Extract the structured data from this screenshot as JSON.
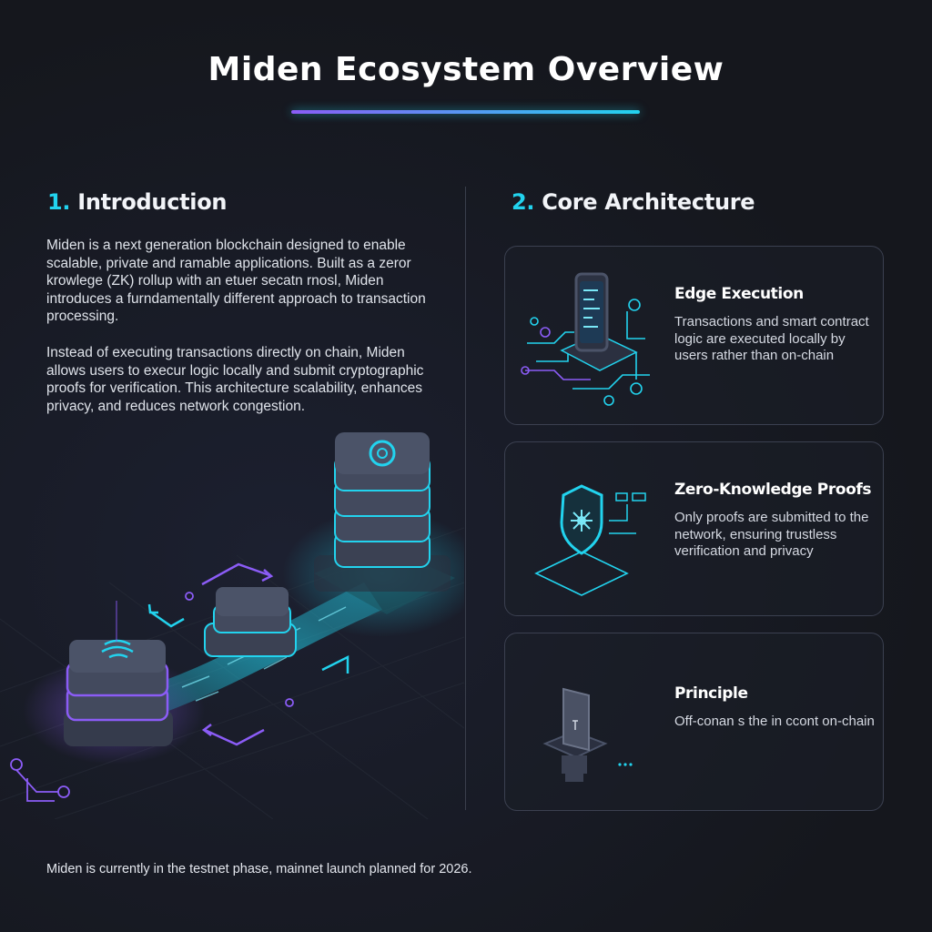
{
  "title": "Miden Ecosystem Overview",
  "introduction": {
    "number": "1.",
    "heading": "Introduction",
    "paragraph1": "Miden is a next generation blockchain designed to enable scalable, private and ramable applications. Built as a zeror krowlege (ZK) rollup with an etuer secatn rnosl, Miden introduces a furndamentally different approach to transaction processing.",
    "paragraph2": "Instead of executing transactions directly on chain, Miden allows users to execur logic locally and submit cryptographic proofs for verification.  This architecture scalability, enhances privacy, and reduces network congestion."
  },
  "architecture": {
    "number": "2.",
    "heading": "Core Architecture",
    "cards": [
      {
        "title": "Edge Execution",
        "description": "Transactions and smart contract logic are executed locally by users rather than on-chain"
      },
      {
        "title": "Zero-Knowledge Proofs",
        "description": "Only proofs are submitted to the network, ensuring trustless verification and privacy"
      },
      {
        "title": "Principle",
        "description": "Off-conan s the in ccont on-chain"
      }
    ]
  },
  "footer": "Miden is currently in the testnet phase, mainnet launch planned for 2026.",
  "colors": {
    "background": "#16181f",
    "accent_cyan": "#22d3ee",
    "accent_purple": "#8b5cf6",
    "card_border": "#3b4050"
  }
}
